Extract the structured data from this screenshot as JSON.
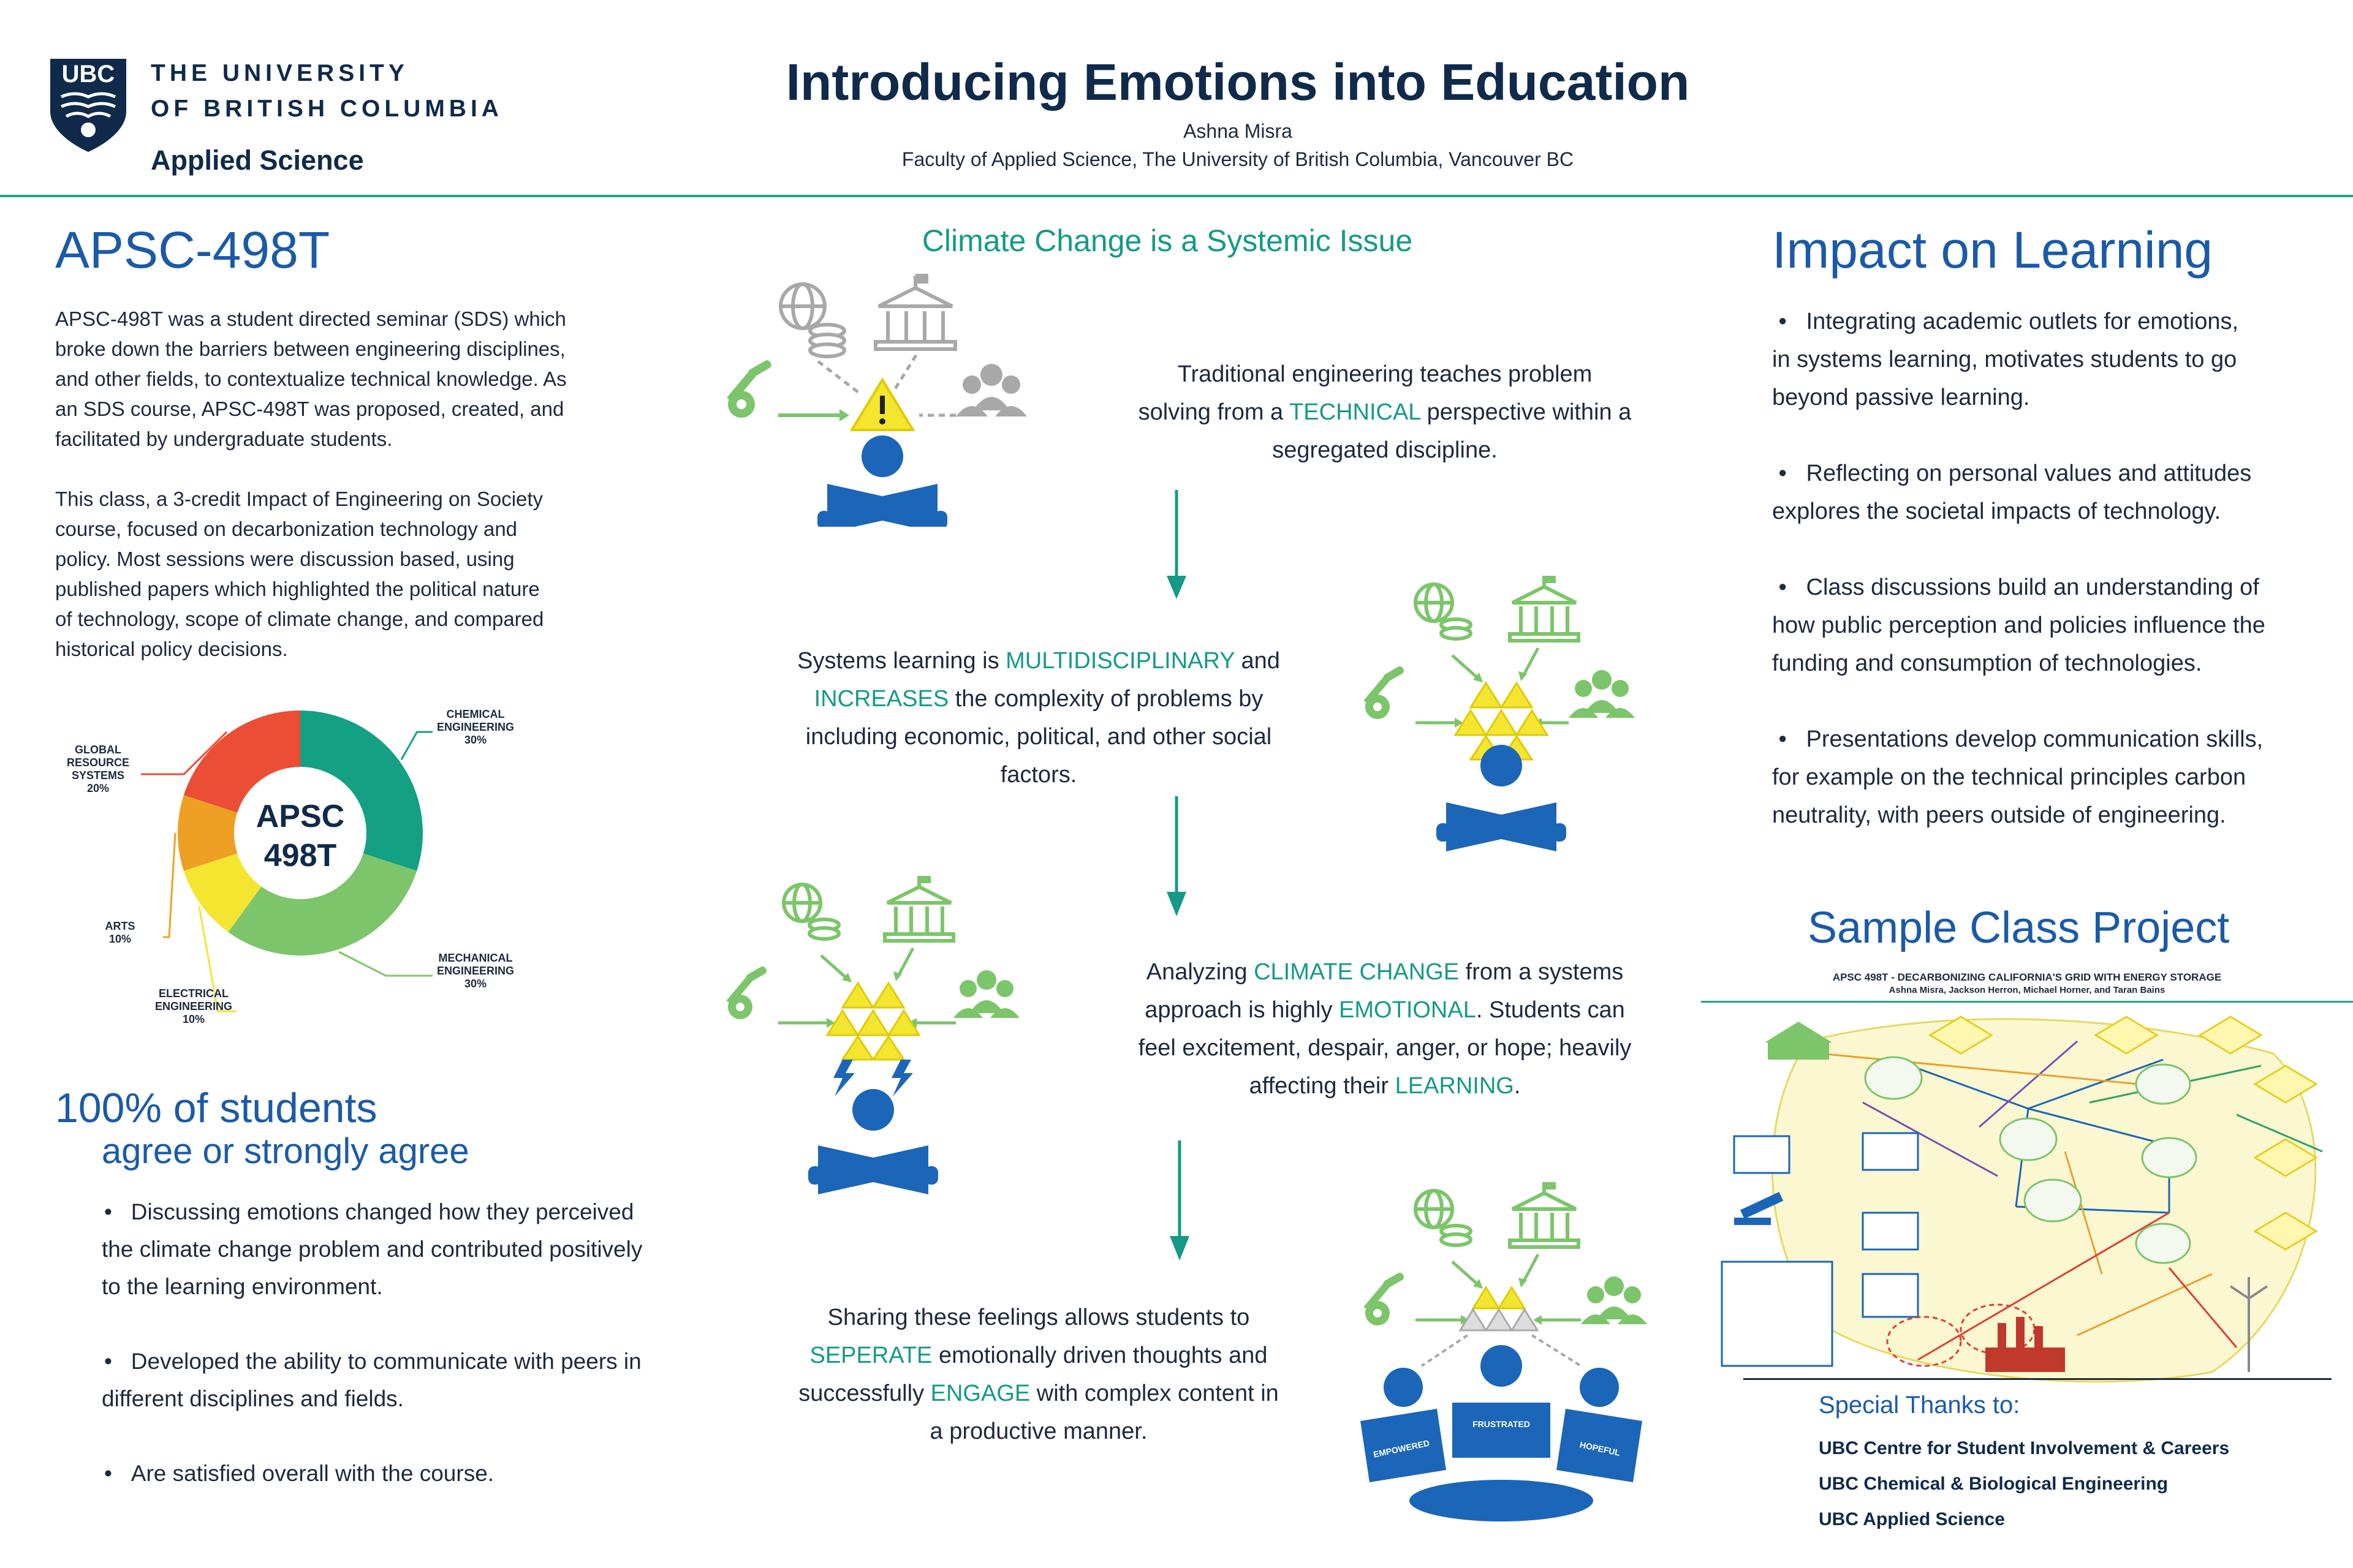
{
  "header": {
    "logo_text": "UBC",
    "uni_line1": "THE UNIVERSITY",
    "uni_line2": "OF BRITISH COLUMBIA",
    "faculty": "Applied Science",
    "title": "Introducing Emotions into Education",
    "author": "Ashna Misra",
    "affiliation": "Faculty of Applied Science, The University of British Columbia, Vancouver BC"
  },
  "left": {
    "heading": "APSC-498T",
    "para1_lines": [
      "APSC-498T was a student directed seminar (SDS) which",
      "broke down the barriers between engineering disciplines,",
      "and other fields, to contextualize technical knowledge. As",
      "an SDS course, APSC-498T was proposed, created, and",
      "facilitated by undergraduate students."
    ],
    "para2_lines": [
      "This class, a 3-credit Impact of Engineering on Society",
      "course, focused on decarbonization technology and",
      "policy. Most sessions were discussion based, using",
      "published papers which highlighted the political nature",
      "of technology, scope of climate change, and compared",
      "historical policy decisions."
    ],
    "stat_heading": "100% of students",
    "stat_sub": "agree or strongly agree",
    "stat_bullets": [
      [
        "Discussing emotions changed how they perceived",
        "the climate change problem and contributed positively",
        "to the learning environment."
      ],
      [
        "Developed the ability to communicate with peers in",
        "different disciplines and fields."
      ],
      [
        "Are satisfied overall with the course."
      ]
    ]
  },
  "chart_data": {
    "type": "pie",
    "center_label_line1": "APSC",
    "center_label_line2": "498T",
    "slices": [
      {
        "label_lines": [
          "CHEMICAL",
          "ENGINEERING",
          "30%"
        ],
        "value": 30,
        "color": "#13a085"
      },
      {
        "label_lines": [
          "MECHANICAL",
          "ENGINEERING",
          "30%"
        ],
        "value": 30,
        "color": "#7cc56a"
      },
      {
        "label_lines": [
          "ELECTRICAL",
          "ENGINEERING",
          "10%"
        ],
        "value": 10,
        "color": "#f4e530"
      },
      {
        "label_lines": [
          "ARTS",
          "10%"
        ],
        "value": 10,
        "color": "#eea024"
      },
      {
        "label_lines": [
          "GLOBAL",
          "RESOURCE",
          "SYSTEMS",
          "20%"
        ],
        "value": 20,
        "color": "#ec4d35"
      }
    ]
  },
  "middle": {
    "heading": "Climate Change is a Systemic Issue",
    "block1": [
      [
        {
          "t": "Traditional engineering teaches problem"
        }
      ],
      [
        {
          "t": "solving from a "
        },
        {
          "t": "TECHNICAL",
          "h": true
        },
        {
          "t": " perspective within a"
        }
      ],
      [
        {
          "t": "segregated discipline."
        }
      ]
    ],
    "block2": [
      [
        {
          "t": "Systems learning is "
        },
        {
          "t": "MULTIDISCIPLINARY",
          "h": true
        },
        {
          "t": " and"
        }
      ],
      [
        {
          "t": "INCREASES",
          "h": true
        },
        {
          "t": "  the complexity of problems by"
        }
      ],
      [
        {
          "t": "including economic, political, and other social"
        }
      ],
      [
        {
          "t": "factors."
        }
      ]
    ],
    "block3": [
      [
        {
          "t": "Analyzing  "
        },
        {
          "t": "CLIMATE CHANGE",
          "h": true
        },
        {
          "t": " from a systems"
        }
      ],
      [
        {
          "t": "approach is highly "
        },
        {
          "t": "EMOTIONAL",
          "h": true
        },
        {
          "t": ". Students  can"
        }
      ],
      [
        {
          "t": "feel excitement, despair, anger, or hope; heavily"
        }
      ],
      [
        {
          "t": "affecting their "
        },
        {
          "t": "LEARNING",
          "h": true
        },
        {
          "t": "."
        }
      ]
    ],
    "block4": [
      [
        {
          "t": "Sharing these feelings allows students to"
        }
      ],
      [
        {
          "t": "SEPERATE",
          "h": true
        },
        {
          "t": " emotionally driven thoughts and"
        }
      ],
      [
        {
          "t": "successfully  "
        },
        {
          "t": "ENGAGE",
          "h": true
        },
        {
          "t": " with complex content in"
        }
      ],
      [
        {
          "t": "a productive manner."
        }
      ]
    ],
    "book_labels": [
      "EMPOWERED",
      "FRUSTRATED",
      "HOPEFUL"
    ]
  },
  "right": {
    "heading": "Impact on Learning",
    "bullets": [
      [
        "Integrating academic outlets for emotions,",
        "in systems learning, motivates students to go",
        "beyond passive learning."
      ],
      [
        "Reflecting on personal values and attitudes",
        "explores the societal impacts of technology."
      ],
      [
        "Class discussions build an understanding of",
        "how public perception and policies influence the",
        "funding and consumption of technologies."
      ],
      [
        "Presentations develop communication skills,",
        "for example on the technical principles carbon",
        "neutrality, with peers outside of engineering."
      ]
    ],
    "project_heading": "Sample Class Project",
    "project_title": "APSC 498T - DECARBONIZING CALIFORNIA'S GRID WITH ENERGY STORAGE",
    "project_authors": "Ashna Misra, Jackson Herron, Michael Horner, and Taran Bains",
    "thanks_heading": "Special Thanks to:",
    "thanks": [
      {
        "b": "UBC",
        "t": " Centre for Student Involvement & Careers"
      },
      {
        "b": "UBC",
        "t": " Chemical & Biological Engineering"
      },
      {
        "b": "UBC",
        "t": " Applied Science"
      }
    ]
  },
  "colors": {
    "navy": "#0f2a4a",
    "blue": "#1a5aa8",
    "teal": "#159a86",
    "green": "#7cc56a",
    "yellow": "#f4e530",
    "grey": "#a8a8a8",
    "icon_blue": "#1b66b8"
  },
  "icons": [
    "globe-coins-icon",
    "government-building-icon",
    "wrench-gear-icon",
    "warning-icon",
    "people-group-icon",
    "student-reading-icon",
    "lightning-icon",
    "arrow-down-icon"
  ]
}
